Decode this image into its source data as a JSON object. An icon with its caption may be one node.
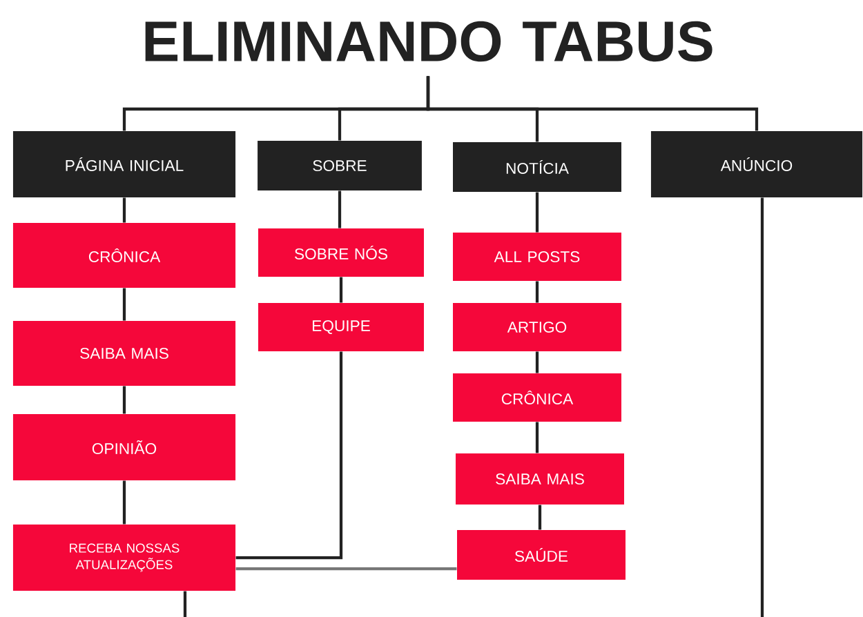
{
  "diagram": {
    "nodes": [
      {
        "text": [
          "ELIMINANDO TABUS"
        ]
      },
      {
        "text": [
          "PÁGINA INICIAL"
        ]
      },
      {
        "text": [
          "SOBRE"
        ]
      },
      {
        "text": [
          "NOTÍCIA"
        ]
      },
      {
        "text": [
          "ANÚNCIO"
        ]
      },
      {
        "text": [
          "CRÔNICA"
        ]
      },
      {
        "text": [
          "SAIBA MAIS"
        ]
      },
      {
        "text": [
          "OPINIÃO"
        ]
      },
      {
        "text": [
          "RECEBA NOSSAS ATUALIZAÇÕES"
        ]
      },
      {
        "text": [
          "SOBRE NÓS"
        ]
      },
      {
        "text": [
          "EQUIPE"
        ]
      },
      {
        "text": [
          "ALL POSTS"
        ]
      },
      {
        "text": [
          "ARTIGO"
        ]
      },
      {
        "text": [
          "CRÔNICA"
        ]
      },
      {
        "text": [
          "SAIBA MAIS"
        ]
      },
      {
        "text": [
          "SAÚDE"
        ]
      }
    ],
    "edges": [
      {
        "from": 0,
        "to": 1,
        "arrow": "none"
      },
      {
        "from": 0,
        "to": 2,
        "arrow": "none"
      },
      {
        "from": 0,
        "to": 3,
        "arrow": "none"
      },
      {
        "from": 0,
        "to": 4,
        "arrow": "none"
      },
      {
        "from": 1,
        "to": 5,
        "arrow": "none"
      },
      {
        "from": 5,
        "to": 6,
        "arrow": "none"
      },
      {
        "from": 6,
        "to": 7,
        "arrow": "none"
      },
      {
        "from": 7,
        "to": 8,
        "arrow": "none"
      },
      {
        "from": 2,
        "to": 9,
        "arrow": "none"
      },
      {
        "from": 9,
        "to": 10,
        "arrow": "none"
      },
      {
        "from": 10,
        "to": 8,
        "arrow": "none"
      },
      {
        "from": 3,
        "to": 11,
        "arrow": "none"
      },
      {
        "from": 11,
        "to": 12,
        "arrow": "none"
      },
      {
        "from": 12,
        "to": 13,
        "arrow": "none"
      },
      {
        "from": 13,
        "to": 14,
        "arrow": "none"
      },
      {
        "from": 14,
        "to": 15,
        "arrow": "none"
      },
      {
        "from": 15,
        "to": 8,
        "arrow": "none",
        "color": "#777777"
      },
      {
        "from": 4,
        "to": null,
        "arrow": "none"
      },
      {
        "from": 8,
        "to": null,
        "arrow": "none"
      }
    ]
  }
}
